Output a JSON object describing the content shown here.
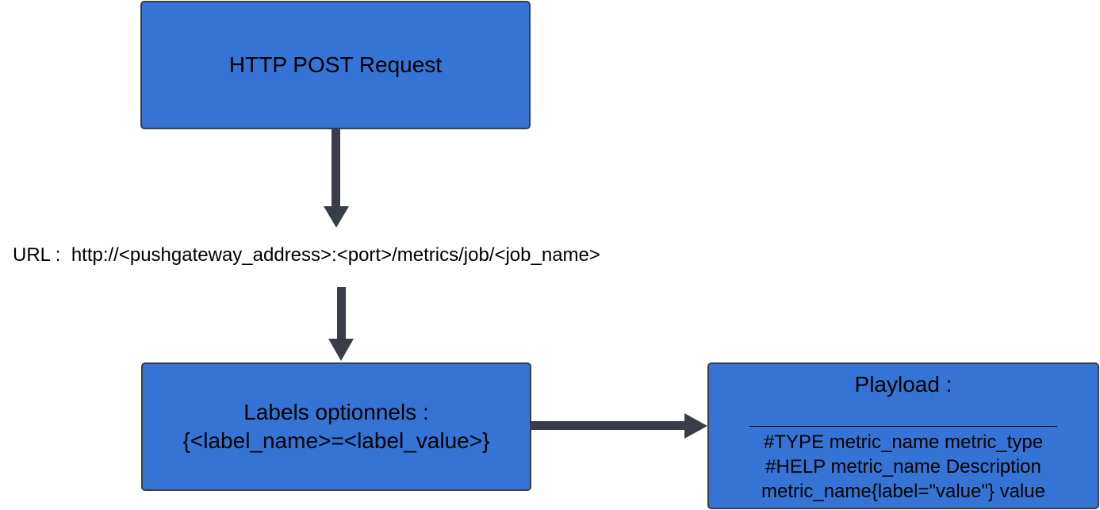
{
  "boxes": {
    "http_request": {
      "label": "HTTP POST Request"
    },
    "labels": {
      "line1": "Labels optionnels :",
      "line2": "{<label_name>=<label_value>}"
    },
    "payload": {
      "title": "Playload :",
      "lines": [
        "#TYPE metric_name metric_type",
        "#HELP metric_name Description",
        "metric_name{label=\"value\"} value"
      ]
    }
  },
  "url": {
    "prefix": "URL :",
    "value": "http://<pushgateway_address>:<port>/metrics/job/<job_name>"
  },
  "colors": {
    "box_fill": "#3574d4",
    "box_border": "#383d47",
    "arrow": "#383d47"
  }
}
